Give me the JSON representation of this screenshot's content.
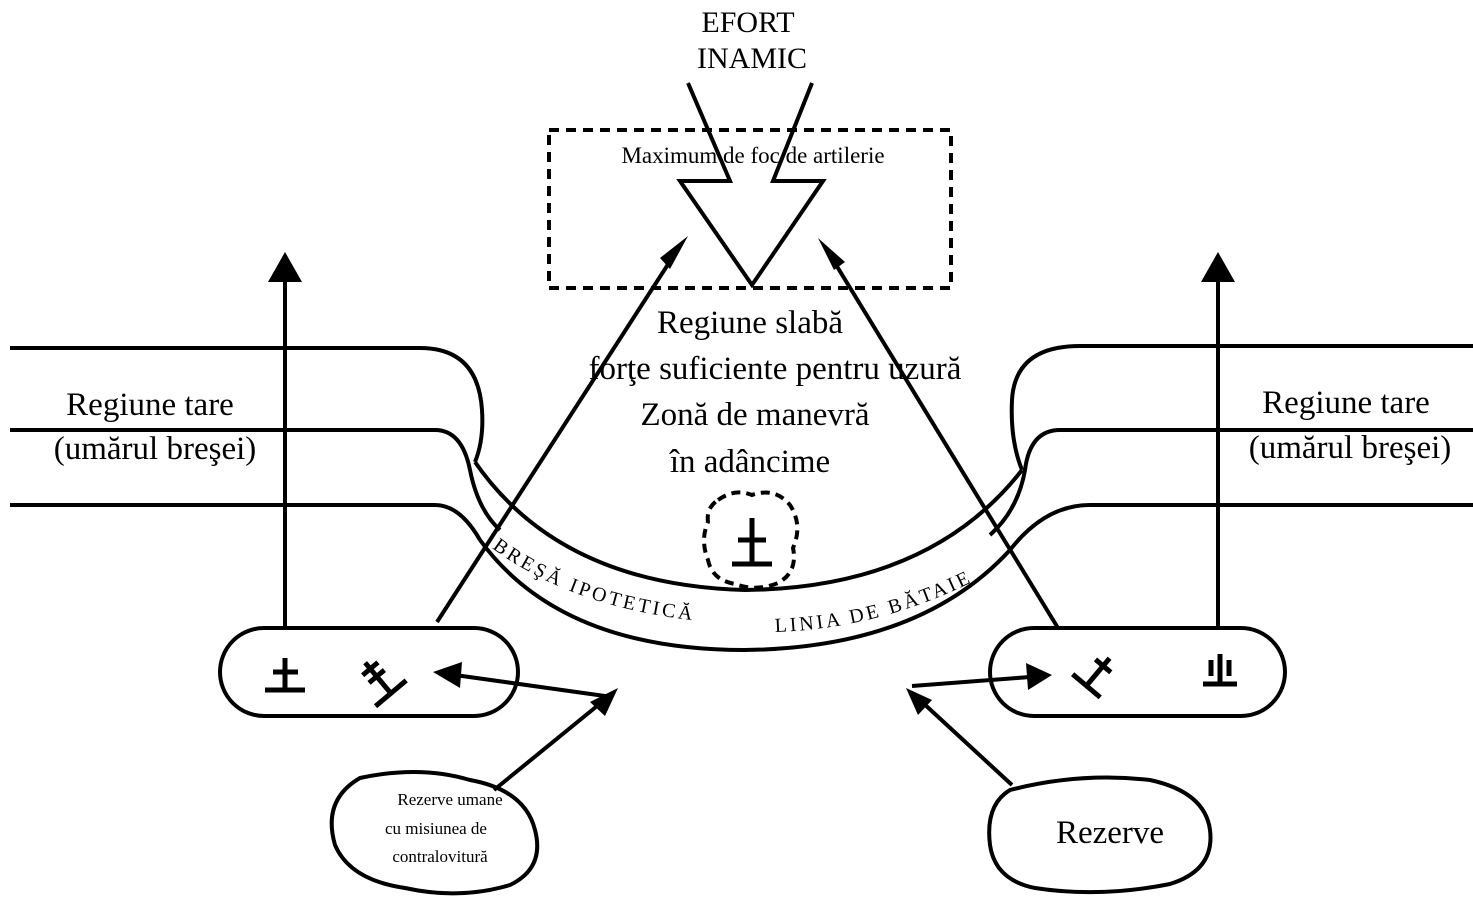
{
  "labels": {
    "enemy_effort_line1": "EFORT",
    "enemy_effort_line2": "INAMIC",
    "artillery_box": "Maximum de foc de artilerie",
    "weak_region": "Regiune slabă",
    "attrition_forces": "forţe suficiente pentru uzură",
    "maneuver_zone_line1": "Zonă de manevră",
    "maneuver_zone_line2": "în adâncime",
    "strong_region_left": "Regiune tare",
    "shoulder_left": "(umărul breşei)",
    "strong_region_right": "Regiune tare",
    "shoulder_right": "(umărul breşei)",
    "breach_hypothetical": "BREŞĂ IPOTETICĂ",
    "battle_line": "LINIA DE BĂTAIE",
    "reserve_counterattack_line1": "Rezerve umane",
    "reserve_counterattack_line2": "cu misiunea de",
    "reserve_counterattack_line3": "contralovitură",
    "reserves": "Rezerve"
  },
  "icons": {
    "unit_symbol": "infantry-unit-symbol",
    "artillery_symbol": "artillery-unit-symbol",
    "enemy_arrow": "hollow-lightning-arrow"
  }
}
